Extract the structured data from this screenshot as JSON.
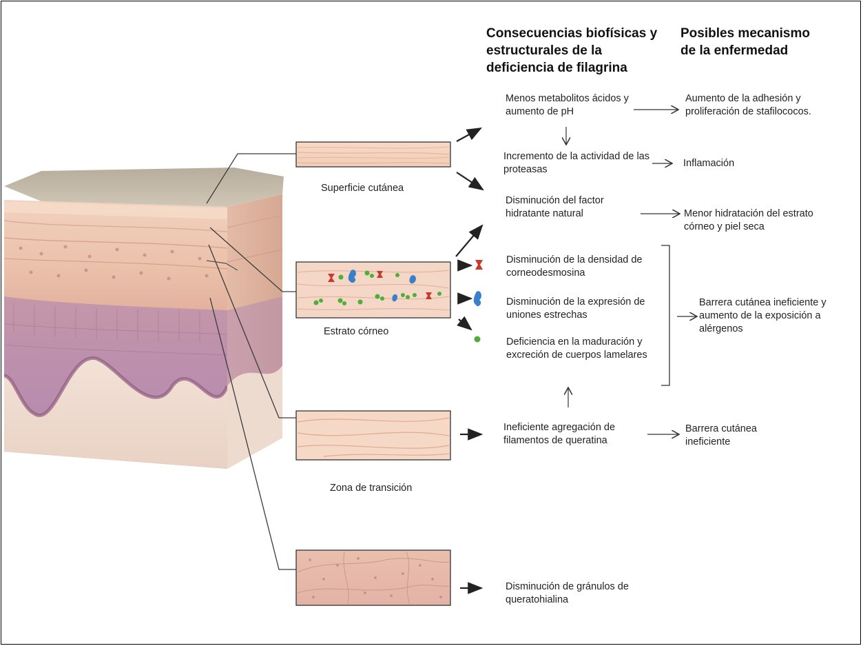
{
  "headers": {
    "col1": "Consecuencias biofísicas y estructurales de la deficiencia de filagrina",
    "col2": "Posibles mecanismo de la enfermedad"
  },
  "panel_labels": {
    "surface": "Superficie cutánea",
    "corneum": "Estrato córneo",
    "transition": "Zona de transición",
    "granular": ""
  },
  "consequences": {
    "c1": "Menos metabolitos ácidos y aumento de pH",
    "c2": "Incremento de la actividad de las proteasas",
    "c3": "Disminución del factor hidratante natural",
    "c4": "Disminución de la densidad de corneodesmosina",
    "c5": "Disminución de la expresión de uniones estrechas",
    "c6": "Deficiencia en la maduración y excreción de cuerpos lamelares",
    "c7": "Ineficiente agregación de filamentos de queratina",
    "c8": "Disminución de gránulos de queratohialina"
  },
  "mechanisms": {
    "m1": "Aumento de la adhesión y proliferación de stafilococos.",
    "m2": "Inflamación",
    "m3": "Menor hidratación del estrato córneo y piel seca",
    "m4": "Barrera cutánea ineficiente y aumento de la exposición a alérgenos",
    "m5": "Barrera cutánea ineficiente"
  },
  "colors": {
    "skin_light": "#f3d3c2",
    "skin_mid": "#e6b49e",
    "epidermis_purple": "#b98eb0",
    "dermis": "#f2e1d6",
    "surface_top": "#bfb5a6",
    "line": "#3a3a3a",
    "red_marker": "#c83a2e",
    "blue_marker": "#3a7fc8",
    "green_marker": "#4fae3a"
  }
}
